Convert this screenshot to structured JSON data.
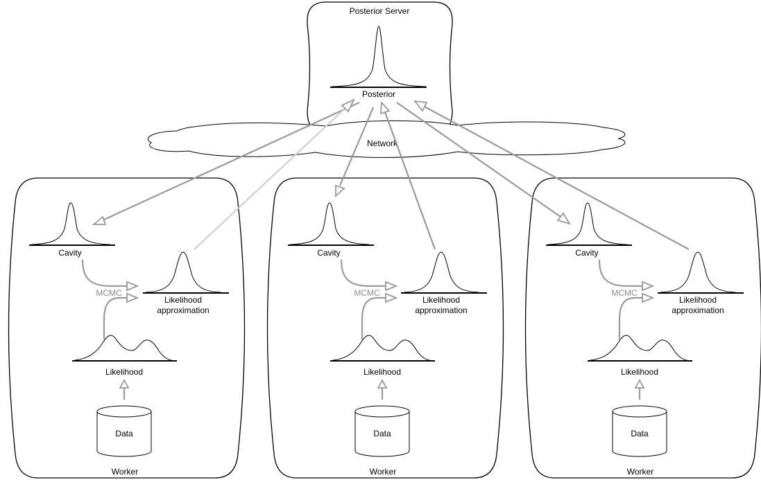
{
  "server": {
    "title": "Posterior Server",
    "posterior_label": "Posterior"
  },
  "network": {
    "label": "Network"
  },
  "workers": [
    {
      "title": "Worker",
      "cavity_label": "Cavity",
      "approx_label_line1": "Likelihood",
      "approx_label_line2": "approximation",
      "mcmc_label": "MCMC",
      "likelihood_label": "Likelihood",
      "data_label": "Data"
    },
    {
      "title": "Worker",
      "cavity_label": "Cavity",
      "approx_label_line1": "Likelihood",
      "approx_label_line2": "approximation",
      "mcmc_label": "MCMC",
      "likelihood_label": "Likelihood",
      "data_label": "Data"
    },
    {
      "title": "Worker",
      "cavity_label": "Cavity",
      "approx_label_line1": "Likelihood",
      "approx_label_line2": "approximation",
      "mcmc_label": "MCMC",
      "likelihood_label": "Likelihood",
      "data_label": "Data"
    }
  ]
}
